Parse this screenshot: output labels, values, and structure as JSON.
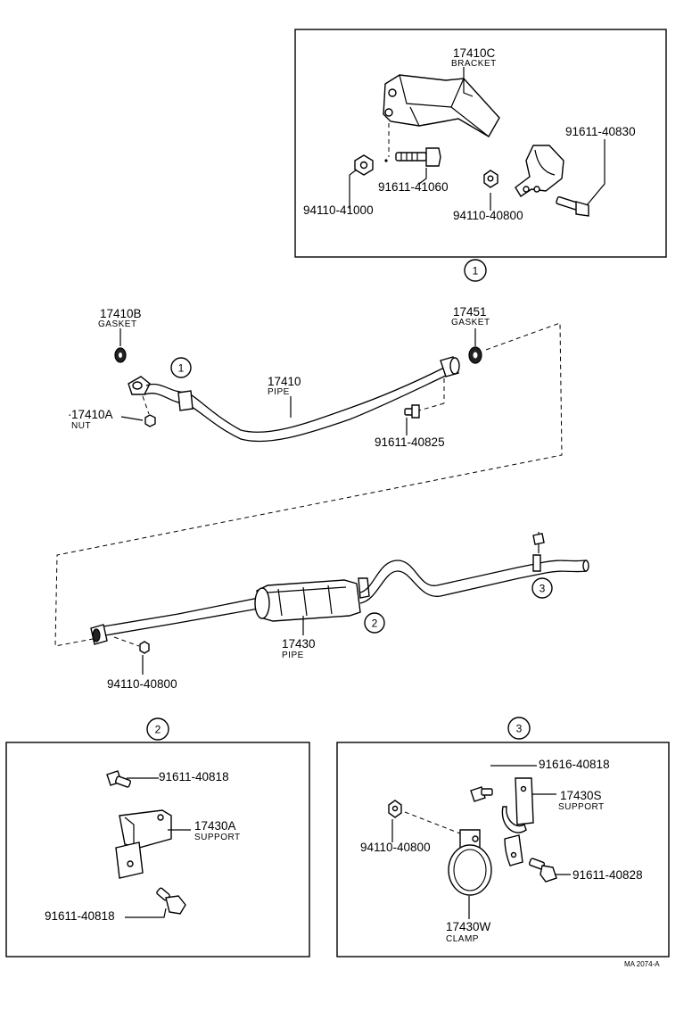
{
  "callouts": {
    "c1_detail": "1",
    "c1_pipe": "1",
    "c2_muffler": "2",
    "c2_detail": "2",
    "c3_tail": "3",
    "c3_detail": "3"
  },
  "detail1": {
    "bracket": {
      "part_no": "17410C",
      "name": "BRACKET"
    },
    "bolt_bracket": "91611-41060",
    "nut_bracket": "94110-41000",
    "nut_clamp": "94110-40800",
    "bolt_clamp": "91611-40830"
  },
  "main": {
    "gasket_front": {
      "part_no": "17410B",
      "name": "GASKET"
    },
    "gasket_rear": {
      "part_no": "17451",
      "name": "GASKET"
    },
    "front_pipe": {
      "part_no": "17410",
      "name": "PIPE"
    },
    "nut_manifold": {
      "part_no": "17410A",
      "name": "NUT"
    },
    "bolt_joint": "91611-40825",
    "tail_pipe": {
      "part_no": "17430",
      "name": "PIPE"
    },
    "nut_joint": "94110-40800"
  },
  "detail2": {
    "bolt_upper": "91611-40818",
    "support": {
      "part_no": "17430A",
      "name": "SUPPORT"
    },
    "bolt_lower": "91611-40818"
  },
  "detail3": {
    "bolt_upper": "91616-40818",
    "support": {
      "part_no": "17430S",
      "name": "SUPPORT"
    },
    "nut": "94110-40800",
    "bolt_lower": "91611-40828",
    "clamp": {
      "part_no": "17430W",
      "name": "CLAMP"
    }
  },
  "figure_id": "MA 2074-A"
}
